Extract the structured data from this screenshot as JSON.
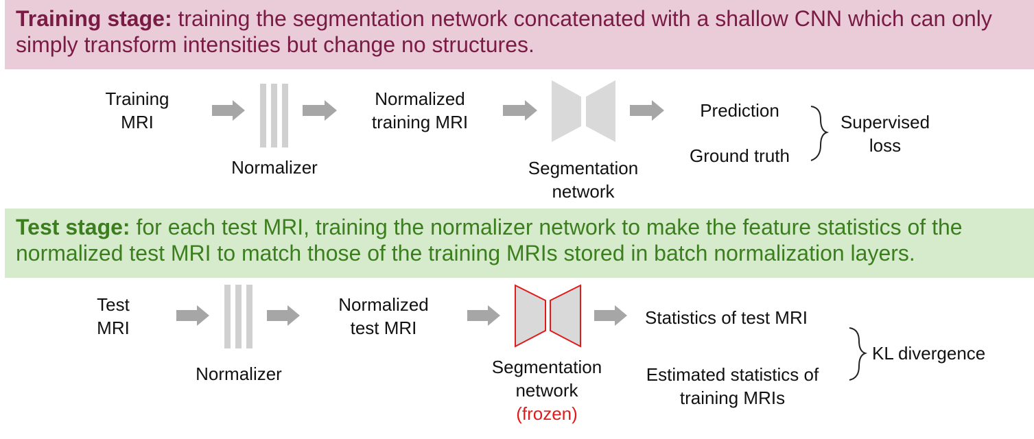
{
  "training_banner": {
    "heading": "Training stage:",
    "text": "training the segmentation network concatenated with a shallow CNN which can only simply transform intensities but change no structures."
  },
  "training_flow": {
    "input_line1": "Training",
    "input_line2": "MRI",
    "normalizer_label": "Normalizer",
    "normalized_line1": "Normalized",
    "normalized_line2": "training MRI",
    "network_line1": "Segmentation",
    "network_line2": "network",
    "prediction_label": "Prediction",
    "ground_truth_label": "Ground truth",
    "loss_line1": "Supervised",
    "loss_line2": "loss"
  },
  "test_banner": {
    "heading": "Test stage:",
    "text": "for each test MRI, training the normalizer network to make the feature statistics of the normalized test MRI to match those of the training MRIs stored in batch normalization layers."
  },
  "test_flow": {
    "input_line1": "Test",
    "input_line2": "MRI",
    "normalizer_label": "Normalizer",
    "normalized_line1": "Normalized",
    "normalized_line2": "test MRI",
    "network_line1": "Segmentation",
    "network_line2": "network",
    "frozen_label": "(frozen)",
    "stats_test_label": "Statistics of test MRI",
    "stats_est_line1": "Estimated statistics of",
    "stats_est_line2": "training MRIs",
    "loss_label": "KL divergence"
  },
  "colors": {
    "training_banner_bg": "#e9ccd8",
    "training_text": "#7a1b46",
    "test_banner_bg": "#d6ebcc",
    "test_text": "#3b7e1e",
    "arrow_gray": "#a6a6a6",
    "shape_gray": "#d0d0d0",
    "frozen_red": "#e01b1b"
  }
}
